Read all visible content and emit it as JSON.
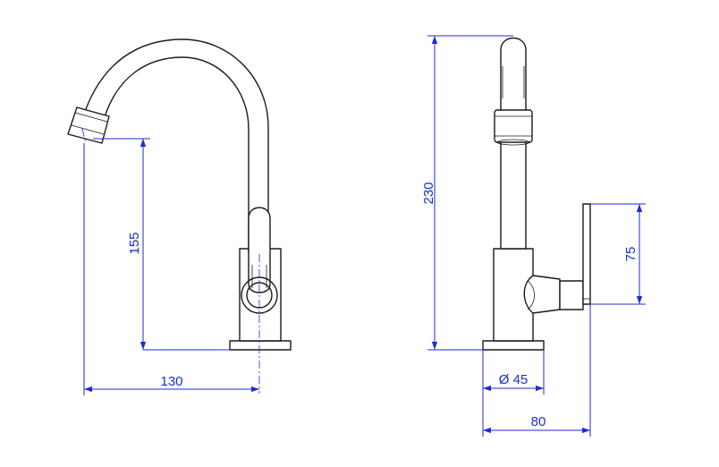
{
  "dimensions": {
    "front_view": {
      "height_label": "155",
      "width_label": "130"
    },
    "side_view": {
      "height_label": "230",
      "handle_height_label": "75",
      "base_diameter_label": "Ø 45",
      "depth_label": "80"
    }
  },
  "colors": {
    "dimension_lines": "#1d2bd1",
    "outline": "#1a1a1a",
    "background": "#ffffff"
  }
}
